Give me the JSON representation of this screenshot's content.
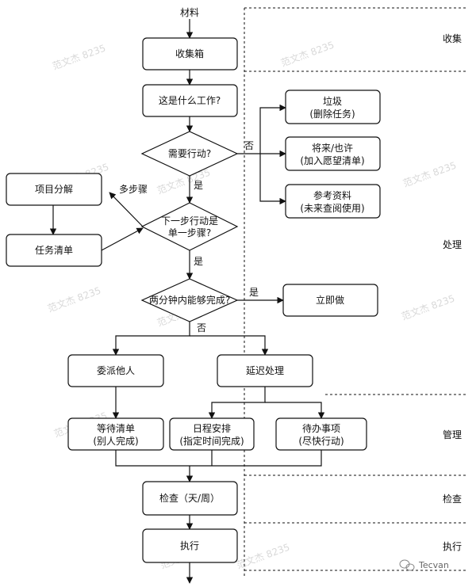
{
  "diagram": {
    "start_label": "材料",
    "phases": {
      "collect": "收集",
      "process": "处理",
      "manage": "管理",
      "review": "检查",
      "execute": "执行"
    },
    "nodes": {
      "inbox": "收集箱",
      "what_is_it": "这是什么工作?",
      "need_action": "需要行动?",
      "trash": [
        "垃圾",
        "(删除任务)"
      ],
      "someday": [
        "将来/也许",
        "(加入愿望清单)"
      ],
      "reference": [
        "参考资料",
        "(未来查阅使用)"
      ],
      "next_step": [
        "下一步行动是",
        "单一步骤?"
      ],
      "project_breakdown": "项目分解",
      "task_list": "任务清单",
      "two_min": "两分钟内能够完成?",
      "do_now": "立即做",
      "delegate": "委派他人",
      "defer": "延迟处理",
      "waiting": [
        "等待清单",
        "(别人完成)"
      ],
      "calendar": [
        "日程安排",
        "(指定时间完成)"
      ],
      "todo": [
        "待办事项",
        "(尽快行动)"
      ],
      "review": "检查（天/周）",
      "execute": "执行"
    },
    "edge_labels": {
      "no_action": "否",
      "action_yes": "是",
      "multi_step": "多步骤",
      "single_yes": "是",
      "two_min_yes": "是",
      "two_min_no": "否"
    },
    "watermark": "范文杰 8235",
    "brand": "Tecvan"
  }
}
